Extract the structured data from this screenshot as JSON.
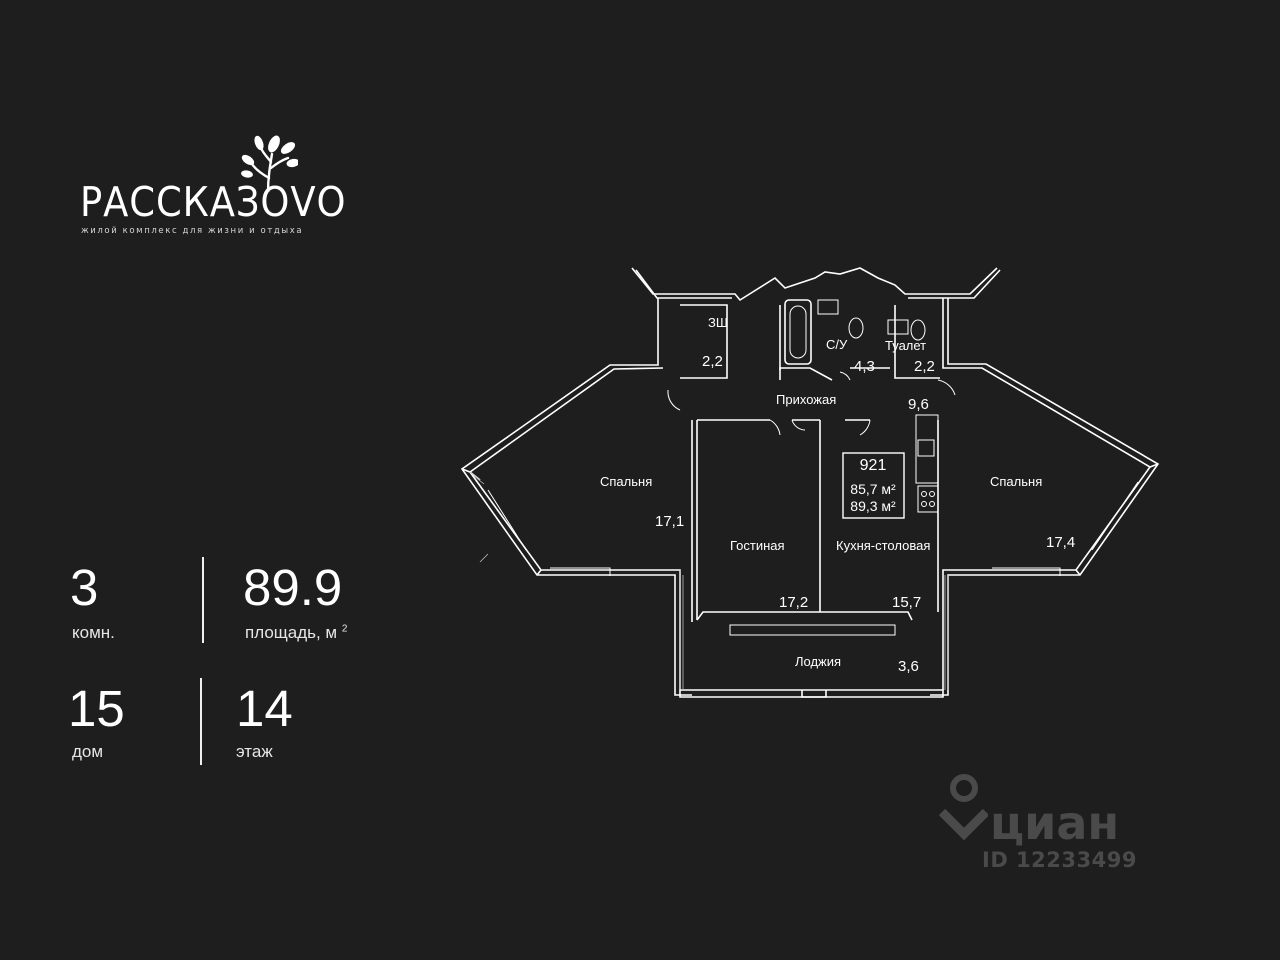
{
  "logo": {
    "name": "РАССКАЗОVО",
    "tagline": "жилой комплекс для жизни и отдыха"
  },
  "stats": {
    "rooms": {
      "value": "3",
      "label": "комн."
    },
    "area": {
      "value": "89.9",
      "label": "площадь, м",
      "unit_sup": "2"
    },
    "building": {
      "value": "15",
      "label": "дом"
    },
    "floor": {
      "value": "14",
      "label": "этаж"
    }
  },
  "plan": {
    "apartment_number": "921",
    "area_living": "85,7 м²",
    "area_total": "89,3 м²",
    "rooms": [
      {
        "name": "ЗШ",
        "area": "2,2"
      },
      {
        "name": "С/У",
        "area": "4,3"
      },
      {
        "name": "Туалет",
        "area": "2,2"
      },
      {
        "name": "Прихожая",
        "area": "9,6"
      },
      {
        "name": "Спальня",
        "area": "17,1"
      },
      {
        "name": "Гостиная",
        "area": "17,2"
      },
      {
        "name": "Кухня-столовая",
        "area": "15,7"
      },
      {
        "name": "Спальня",
        "area": "17,4"
      },
      {
        "name": "Лоджия",
        "area": "3,6"
      }
    ]
  },
  "watermark": {
    "brand": "циан",
    "id": "ID 12233499"
  },
  "colors": {
    "background": "#1e1e1e",
    "foreground": "#ffffff",
    "watermark": "#6e6e6e"
  }
}
